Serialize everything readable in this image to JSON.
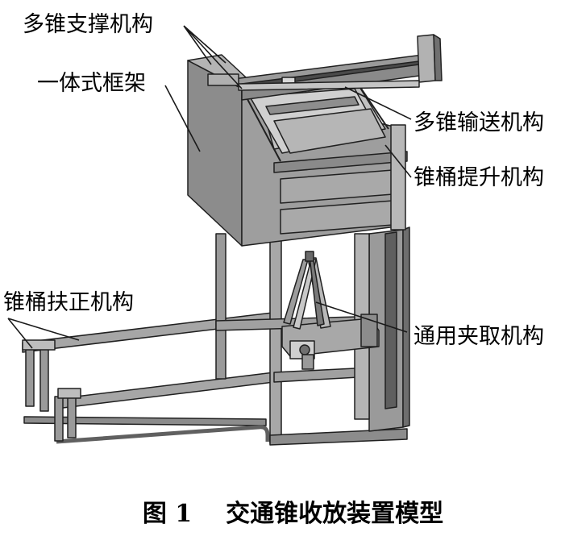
{
  "labels": {
    "multi_cone_support": "多锥支撑机构",
    "integrated_frame": "一体式框架",
    "multi_cone_conveyor": "多锥输送机构",
    "bobbin_lifting": "锥桶提升机构",
    "bobbin_straightening": "锥桶扶正机构",
    "universal_gripping": "通用夹取机构"
  },
  "caption": {
    "number": "图 1",
    "title": "交通锥收放装置模型"
  },
  "colors": {
    "steel": "#8c8c8c",
    "steel_dark": "#5f5f5f",
    "steel_light": "#b4b4b4",
    "outline": "#202020"
  }
}
